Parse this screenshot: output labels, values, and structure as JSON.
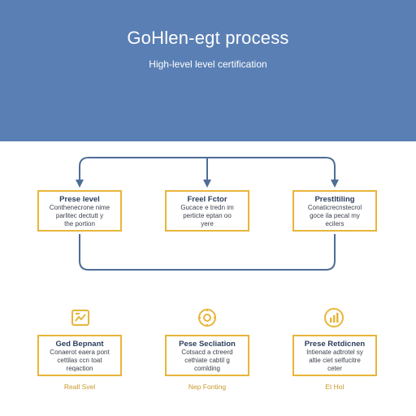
{
  "header": {
    "title": "GoHlen-egt process",
    "subtitle": "High-level level certification"
  },
  "top_boxes": [
    {
      "title": "Prese level",
      "line1": "Conthenecrone nime",
      "line2": "parlitec dectutt y",
      "line3": "the portion"
    },
    {
      "title": "Freel Fctor",
      "line1": "Gucace e tredn im",
      "line2": "perticte eptan oo",
      "line3": "yere"
    },
    {
      "title": "Prestltiling",
      "line1": "Conaticrecnstecrol",
      "line2": "goce ila pecal my",
      "line3": "ecilers"
    }
  ],
  "bottom_boxes": [
    {
      "title": "Ged Bepnant",
      "line1": "Conaerot eaera pont",
      "line2": "cettilas ccn toat",
      "line3": "reqaction"
    },
    {
      "title": "Pese Secliation",
      "line1": "Cotsacd a ctreerd",
      "line2": "cethiate cabtil g",
      "line3": "comlding"
    },
    {
      "title": "Prese Retdicnen",
      "line1": "Intienate adtrotel sy",
      "line2": "altie ciet selfucitre",
      "line3": "ceter"
    }
  ],
  "captions": [
    "Reall Svel",
    "Nep Fonting",
    "Et HoI"
  ],
  "icons": [
    "document-chart-icon",
    "gear-chart-icon",
    "bar-chart-icon"
  ],
  "colors": {
    "header_bg": "#5a7fb4",
    "connector": "#4f6d97",
    "box_border": "#e8b53a",
    "caption": "#c9982a"
  }
}
